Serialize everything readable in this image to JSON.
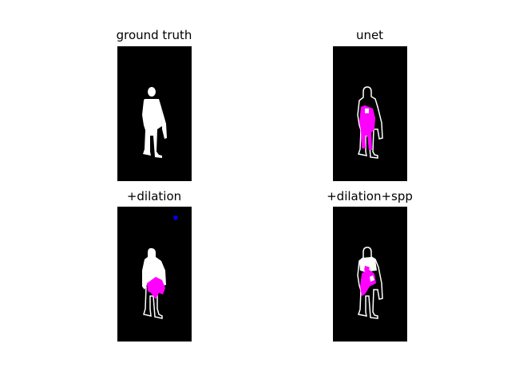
{
  "figure": {
    "panels": [
      {
        "title": "ground truth"
      },
      {
        "title": "unet"
      },
      {
        "title": "+dilation"
      },
      {
        "title": "+dilation+spp"
      }
    ]
  },
  "colors": {
    "background": "#ffffff",
    "mask_background": "#000000",
    "mask_foreground": "#ffffff",
    "false_negative": "#ff00ff",
    "false_positive": "#0000ff"
  }
}
